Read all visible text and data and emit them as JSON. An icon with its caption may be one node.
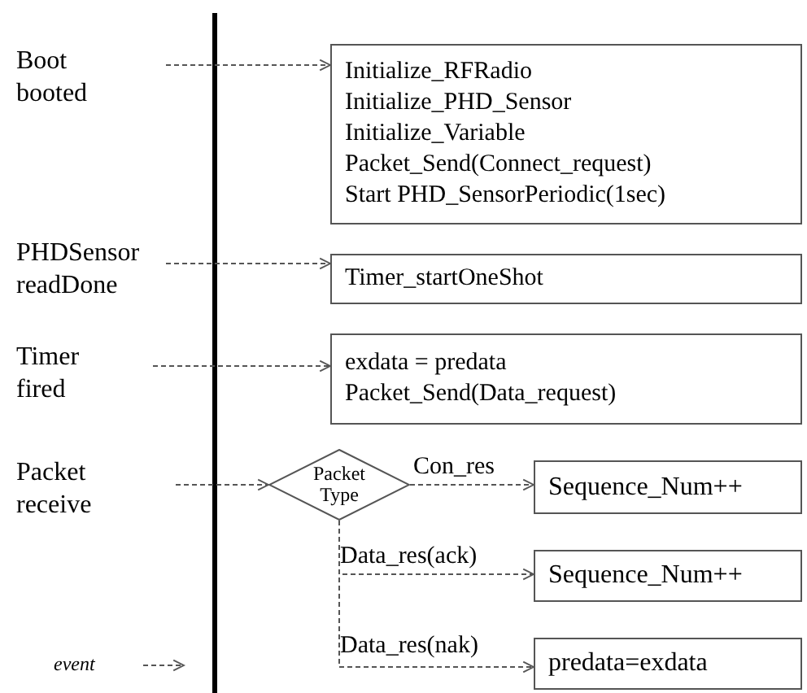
{
  "diagram": {
    "nodes": [
      {
        "text": [
          "Boot",
          "booted"
        ]
      },
      {
        "text": [
          "Initialize_RFRadio",
          "Initialize_PHD_Sensor",
          "Initialize_Variable",
          "Packet_Send(Connect_request)",
          "Start PHD_SensorPeriodic(1sec)"
        ]
      },
      {
        "text": [
          "PHDSensor",
          "readDone"
        ]
      },
      {
        "text": [
          "Timer_startOneShot"
        ]
      },
      {
        "text": [
          "Timer",
          "fired"
        ]
      },
      {
        "text": [
          "exdata = predata",
          "Packet_Send(Data_request)"
        ]
      },
      {
        "text": [
          "Packet",
          "receive"
        ]
      },
      {
        "text": [
          "Packet Type"
        ]
      },
      {
        "text": [
          "Sequence_Num++"
        ]
      },
      {
        "text": [
          "Sequence_Num++"
        ]
      },
      {
        "text": [
          "predata=exdata"
        ]
      }
    ],
    "edges": [
      {
        "from": 0,
        "to": 1,
        "arrow": "to",
        "style": "dashed"
      },
      {
        "from": 2,
        "to": 3,
        "arrow": "to",
        "style": "dashed"
      },
      {
        "from": 4,
        "to": 5,
        "arrow": "to",
        "style": "dashed"
      },
      {
        "from": 6,
        "to": 7,
        "arrow": "to",
        "style": "dashed"
      },
      {
        "from": 7,
        "to": 8,
        "arrow": "to",
        "style": "dashed",
        "label": "Con_res"
      },
      {
        "from": 7,
        "to": 9,
        "arrow": "to",
        "style": "dashed",
        "label": "Data_res(ack)"
      },
      {
        "from": 7,
        "to": 10,
        "arrow": "to",
        "style": "dashed",
        "label": "Data_res(nak)"
      }
    ],
    "legend": [
      {
        "text": "event"
      }
    ]
  }
}
